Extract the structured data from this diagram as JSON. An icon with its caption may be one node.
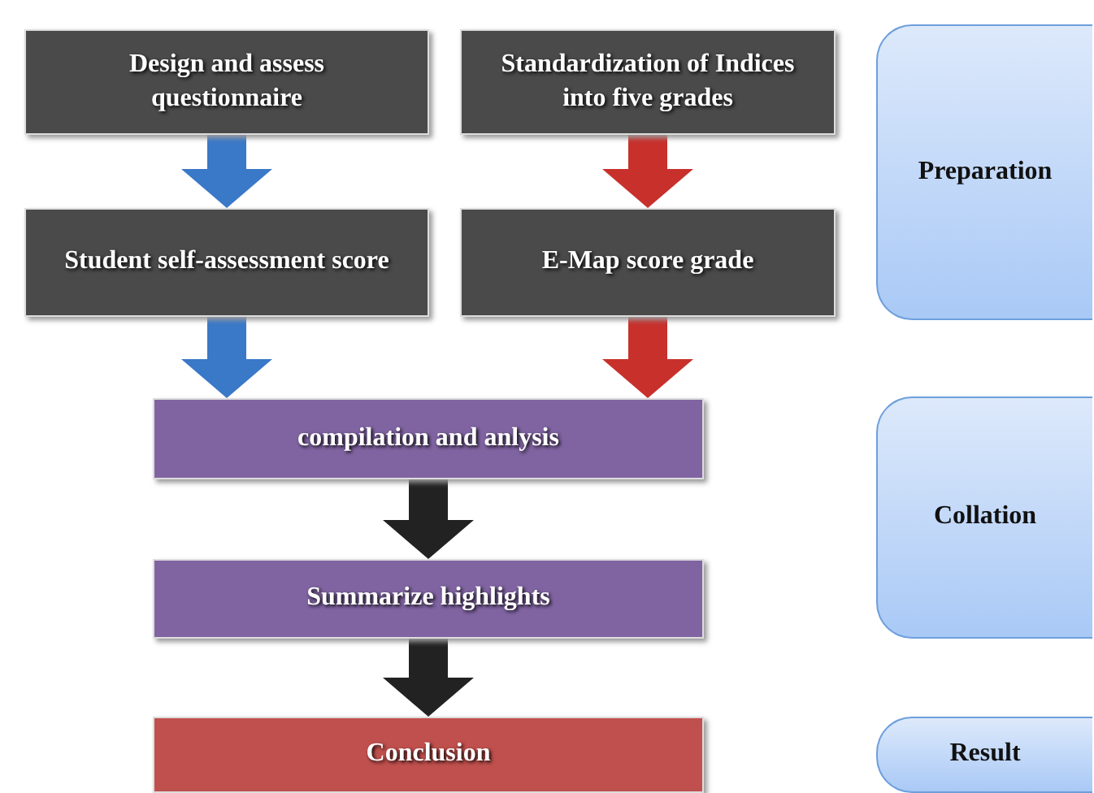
{
  "diagram": {
    "nodes": [
      {
        "text": [
          "Design and assess questionnaire"
        ]
      },
      {
        "text": [
          "Standardization of Indices into five grades"
        ]
      },
      {
        "text": [
          "Student self-assessment score"
        ]
      },
      {
        "text": [
          "E-Map score grade"
        ]
      },
      {
        "text": [
          "compilation and anlysis"
        ]
      },
      {
        "text": [
          "Summarize highlights"
        ]
      },
      {
        "text": [
          "Conclusion"
        ]
      },
      {
        "text": [
          "Preparation"
        ]
      },
      {
        "text": [
          "Collation"
        ]
      },
      {
        "text": [
          "Result"
        ]
      }
    ],
    "edges": [
      {
        "from": 0,
        "to": 2,
        "arrow": "to",
        "color": "#3a78c8"
      },
      {
        "from": 1,
        "to": 3,
        "arrow": "to",
        "color": "#c8302c"
      },
      {
        "from": 2,
        "to": 4,
        "arrow": "to",
        "color": "#3a78c8"
      },
      {
        "from": 3,
        "to": 4,
        "arrow": "to",
        "color": "#c8302c"
      },
      {
        "from": 4,
        "to": 5,
        "arrow": "to",
        "color": "#222222"
      },
      {
        "from": 5,
        "to": 6,
        "arrow": "to",
        "color": "#222222"
      }
    ]
  }
}
